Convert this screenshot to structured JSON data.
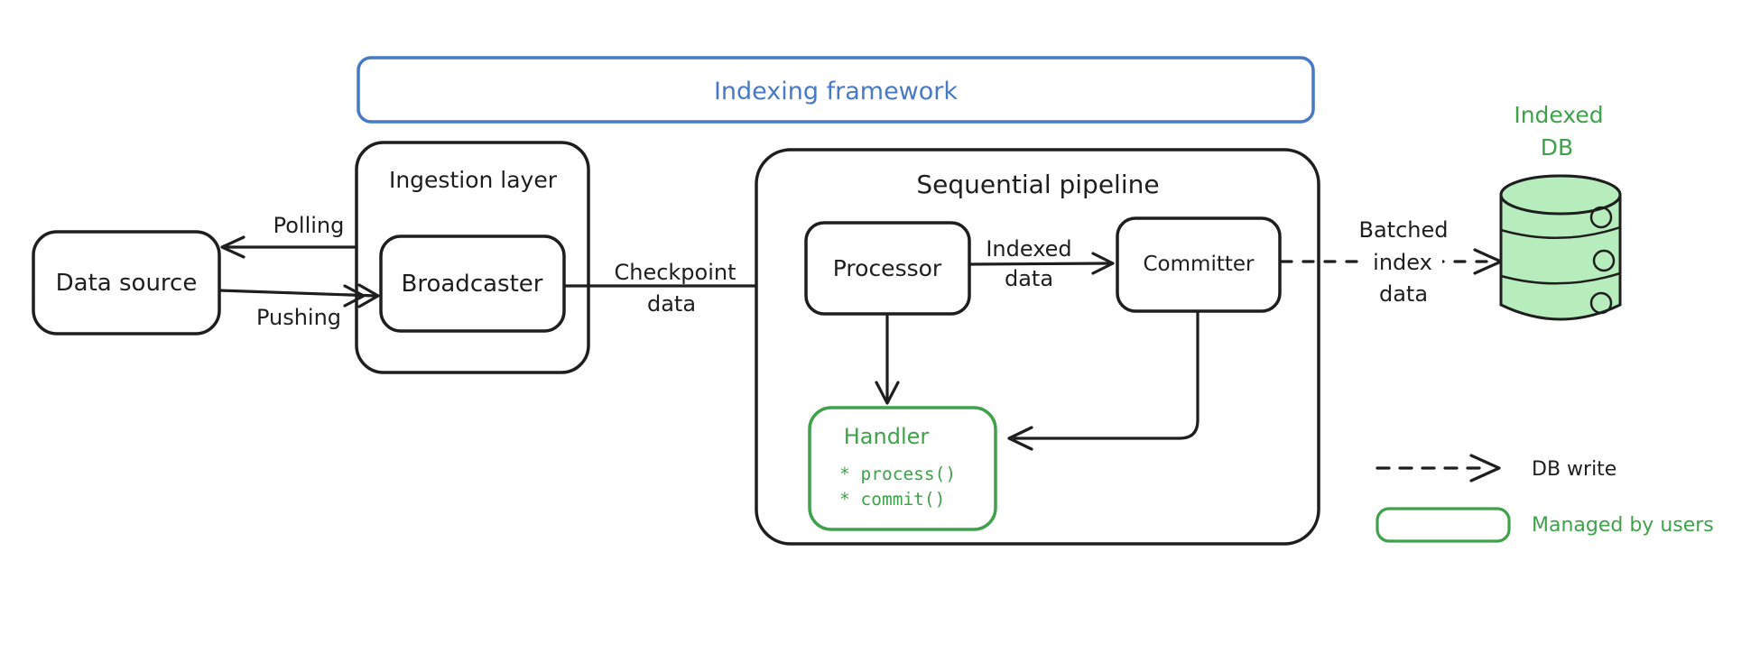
{
  "diagram": {
    "title_frame": "Indexing framework",
    "nodes": {
      "data_source": {
        "label": "Data source"
      },
      "ingestion_layer": {
        "label": "Ingestion layer"
      },
      "broadcaster": {
        "label": "Broadcaster"
      },
      "sequential_pipeline": {
        "label": "Sequential pipeline"
      },
      "processor": {
        "label": "Processor"
      },
      "committer": {
        "label": "Committer"
      },
      "handler": {
        "label": "Handler",
        "methods": [
          "* process()",
          "* commit()"
        ]
      },
      "indexed_db": {
        "label_line1": "Indexed",
        "label_line2": "DB"
      }
    },
    "edges": {
      "polling": {
        "label": "Polling"
      },
      "pushing": {
        "label": "Pushing"
      },
      "checkpoint_data": {
        "label_line1": "Checkpoint",
        "label_line2": "data"
      },
      "indexed_data": {
        "label_line1": "Indexed",
        "label_line2": "data"
      },
      "batched_index_data": {
        "label_line1": "Batched",
        "label_line2": "index",
        "label_line3": "data"
      }
    },
    "legend": {
      "db_write": {
        "label": "DB write"
      },
      "managed_by_users": {
        "label": "Managed by users"
      }
    },
    "colors": {
      "ink": "#1e1e1e",
      "blue": "#4679c6",
      "green": "#3fa14a",
      "green_fill": "#b7edbd"
    }
  }
}
